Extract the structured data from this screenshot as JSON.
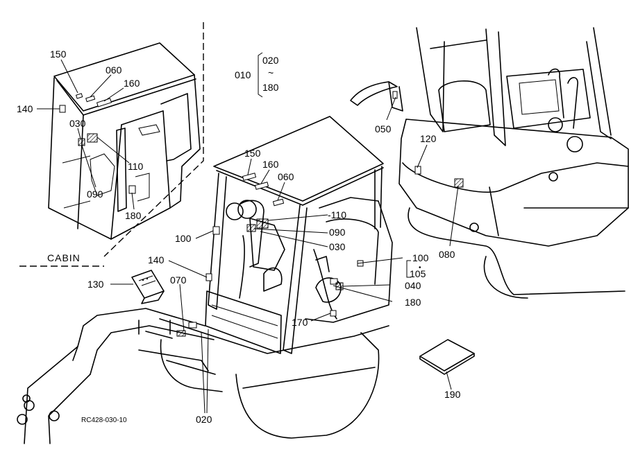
{
  "diagram": {
    "section_label": "CABIN",
    "reference_code": "RC428-030-10",
    "range_group": {
      "lead": "010",
      "from": "020",
      "tilde": "~",
      "to": "180"
    },
    "group_100_105": {
      "top": "100",
      "dot": "•",
      "bottom": "105"
    },
    "callouts": {
      "c_150_a": "150",
      "c_060_a": "060",
      "c_160_a": "160",
      "c_140_a": "140",
      "c_030_a": "030",
      "c_110_a": "110",
      "c_090_a": "090",
      "c_180_a": "180",
      "c_050": "050",
      "c_120": "120",
      "c_080": "080",
      "c_150_b": "150",
      "c_160_b": "160",
      "c_060_b": "060",
      "c_110_b": "110",
      "c_090_b": "090",
      "c_030_b": "030",
      "c_100_a": "100",
      "c_140_b": "140",
      "c_130": "130",
      "c_070": "070",
      "c_040": "040",
      "c_180_b": "180",
      "c_170": "170",
      "c_190": "190",
      "c_020": "020"
    }
  }
}
